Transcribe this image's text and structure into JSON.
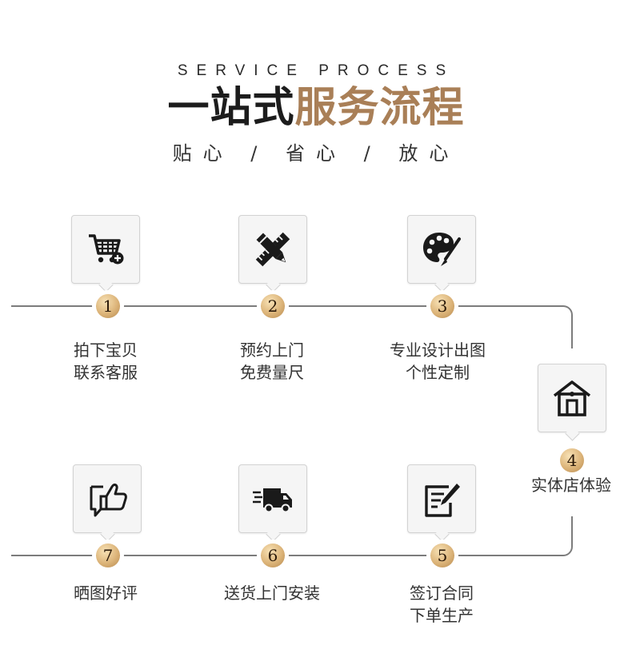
{
  "header": {
    "subtitle_en": "SERVICE PROCESS",
    "title_dark": "一站式",
    "title_gold": "服务流程",
    "slogan": "贴心 / 省心 / 放心"
  },
  "colors": {
    "gold": "#a97f57",
    "line": "#7c7c7c",
    "box_bg": "#f5f5f5"
  },
  "steps": [
    {
      "num": "1",
      "icon": "shopping-cart-add-icon",
      "lines": [
        "拍下宝贝",
        "联系客服"
      ]
    },
    {
      "num": "2",
      "icon": "ruler-pencil-icon",
      "lines": [
        "预约上门",
        "免费量尺"
      ]
    },
    {
      "num": "3",
      "icon": "palette-brush-icon",
      "lines": [
        "专业设计出图",
        "个性定制"
      ]
    },
    {
      "num": "4",
      "icon": "store-house-icon",
      "lines": [
        "实体店体验"
      ]
    },
    {
      "num": "5",
      "icon": "contract-sign-icon",
      "lines": [
        "签订合同",
        "下单生产"
      ]
    },
    {
      "num": "6",
      "icon": "delivery-truck-icon",
      "lines": [
        "送货上门安装"
      ]
    },
    {
      "num": "7",
      "icon": "thumbs-up-review-icon",
      "lines": [
        "晒图好评"
      ]
    }
  ]
}
